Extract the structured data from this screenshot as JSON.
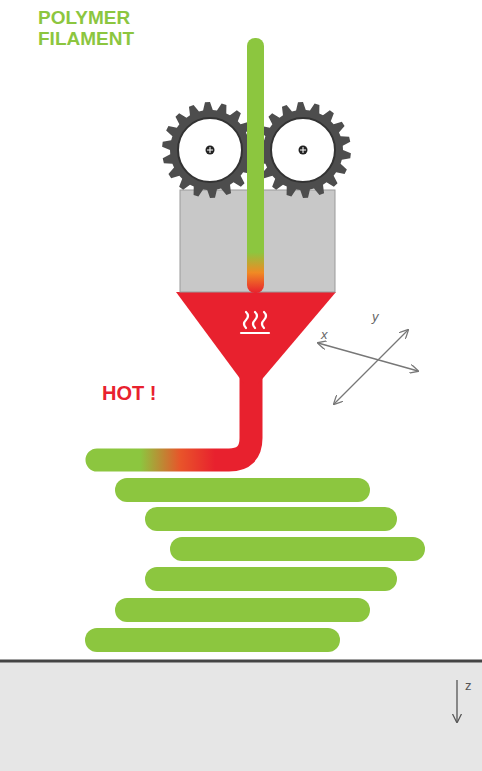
{
  "diagram": {
    "labels": [
      "POLYMER FILAMENT",
      "HOT !",
      "x",
      "y",
      "z"
    ]
  }
}
